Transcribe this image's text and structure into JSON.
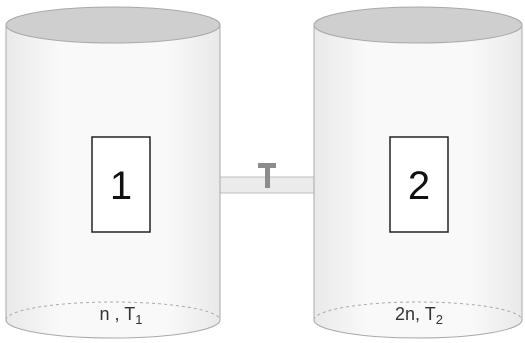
{
  "containers": [
    {
      "box_label": "1",
      "state_main": "n , T",
      "state_sub": "1"
    },
    {
      "box_label": "2",
      "state_main": "2n, T",
      "state_sub": "2"
    }
  ],
  "colors": {
    "body_fill": "#f6f6f6",
    "top_fill": "#cfcfcf",
    "outline": "#a9a9a9",
    "pipe_fill": "#ebebeb",
    "valve_fill": "#8c8c8c",
    "label_box_fill": "#ffffff",
    "label_box_stroke": "#222222"
  }
}
